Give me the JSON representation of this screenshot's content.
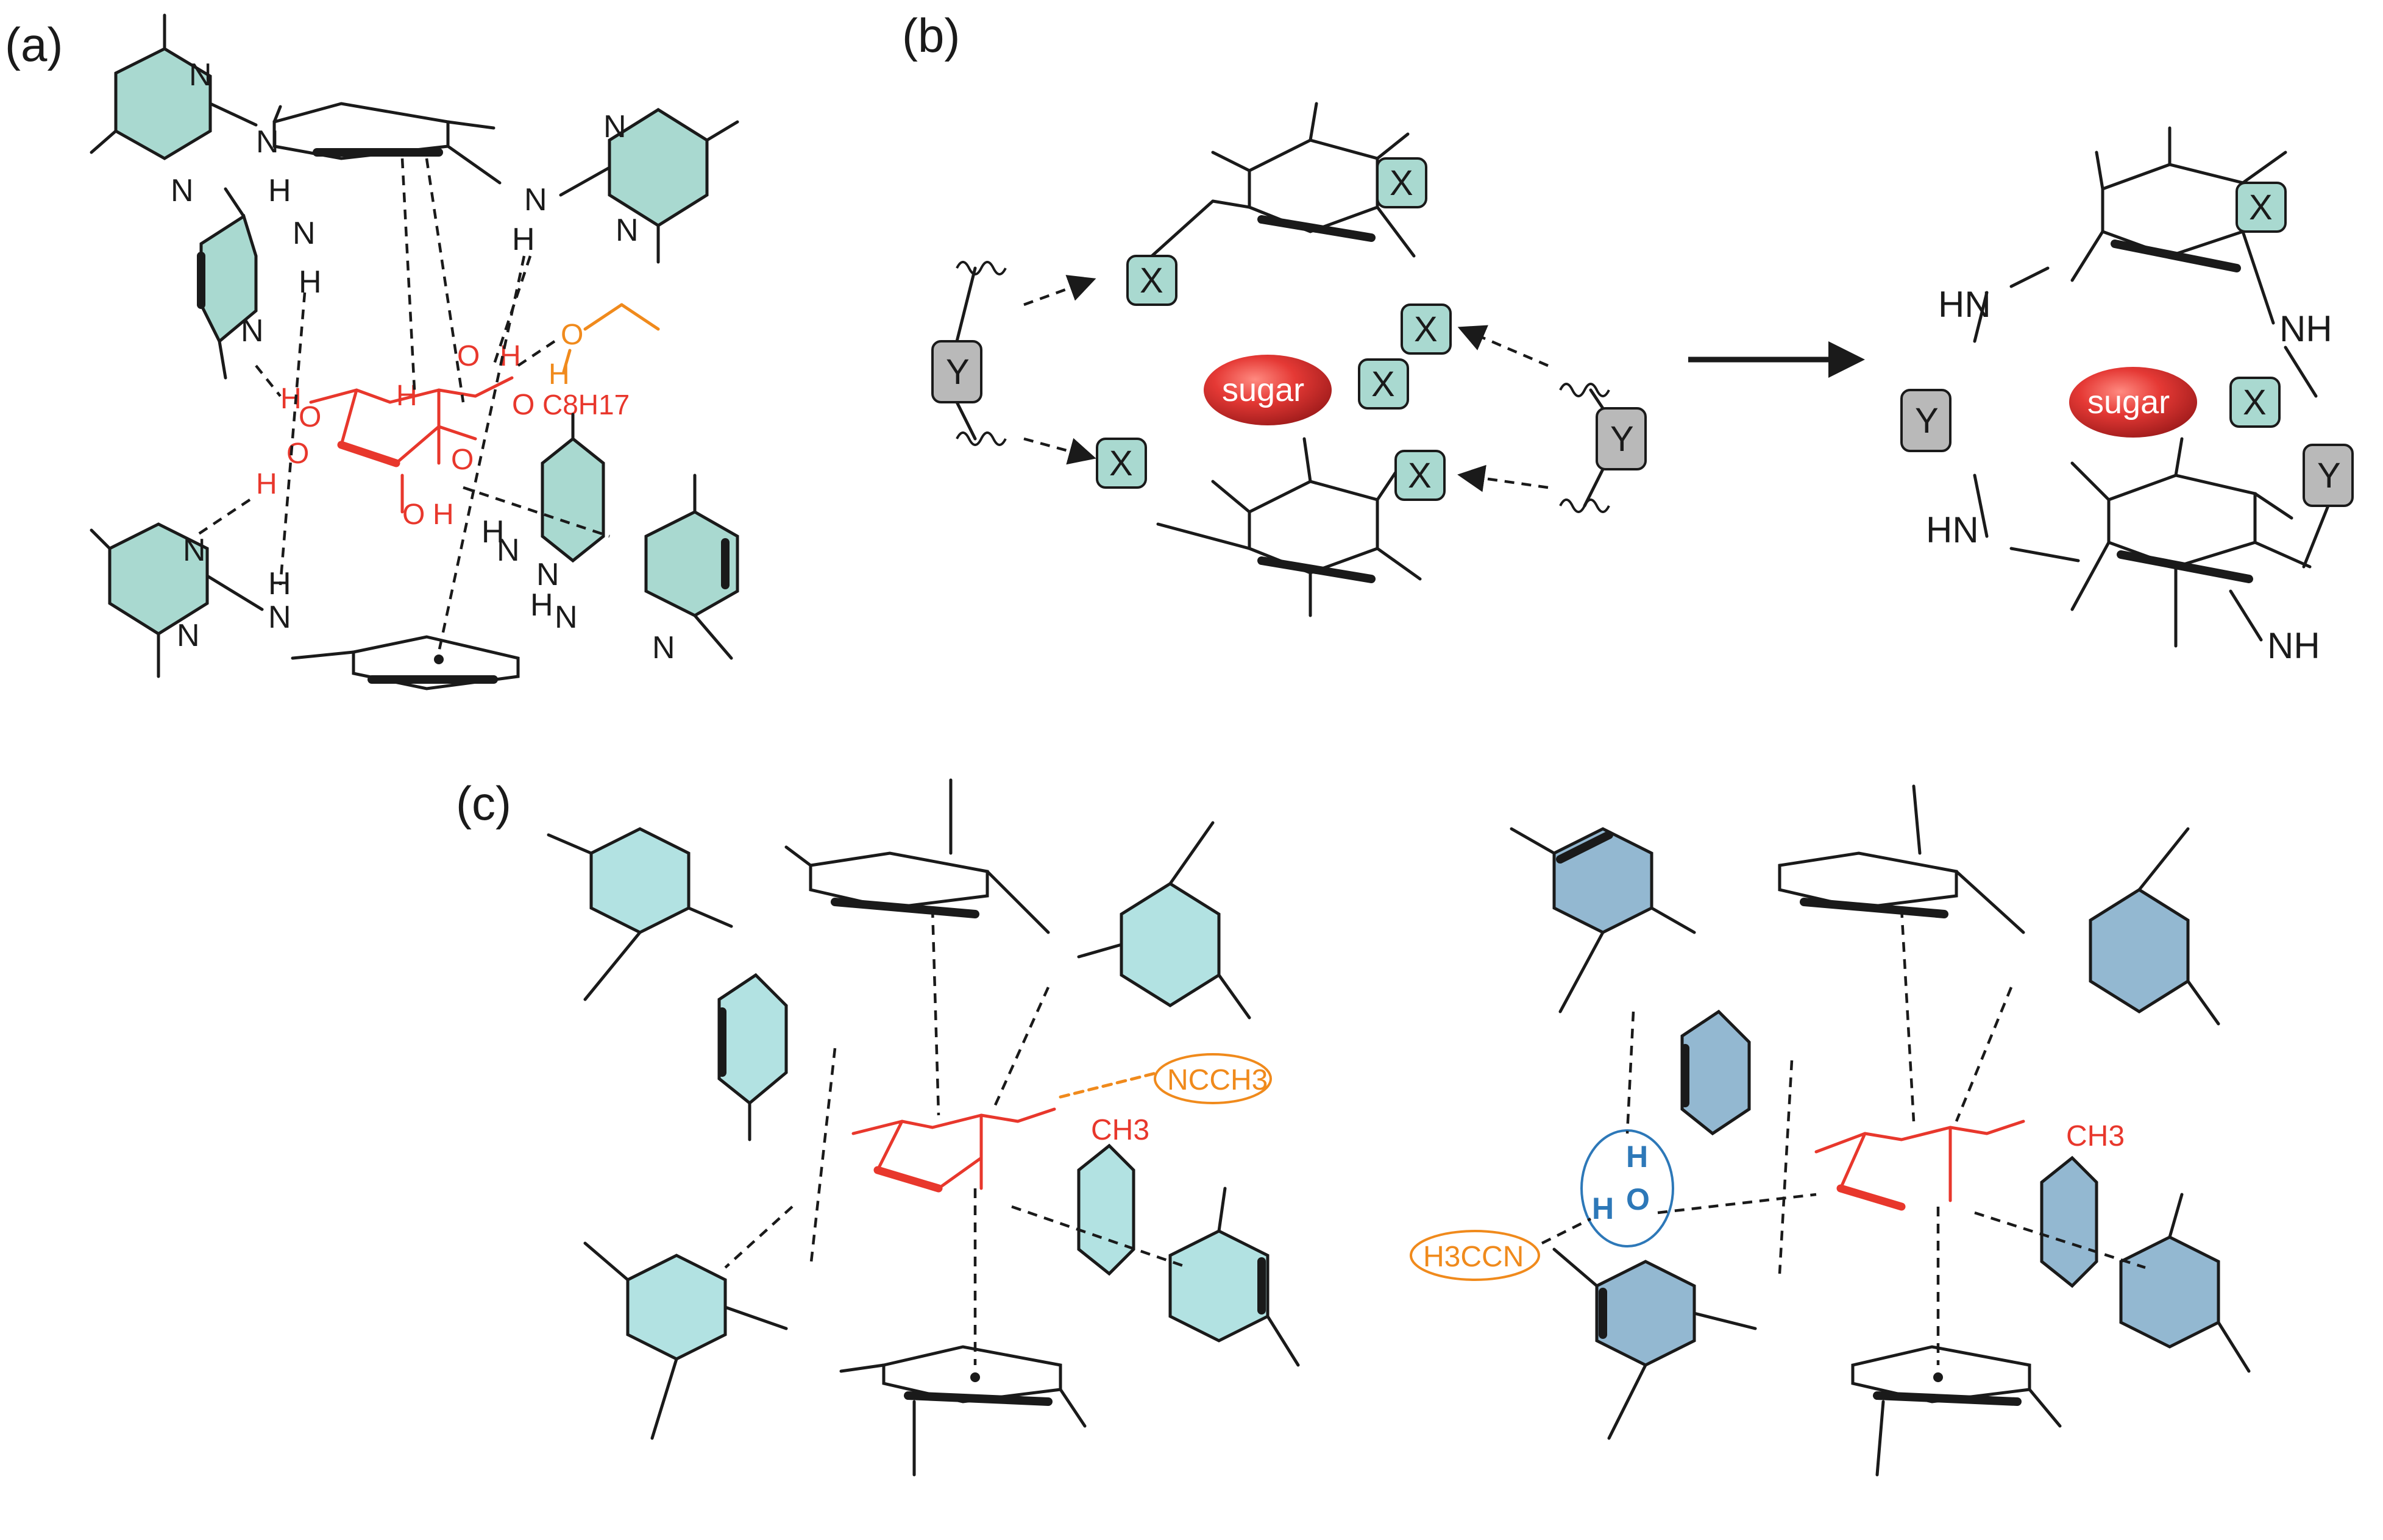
{
  "panels": {
    "a": {
      "label": "(a)"
    },
    "b": {
      "label": "(b)"
    },
    "c": {
      "label": "(c)"
    }
  },
  "colors": {
    "pyrimidine_fill": "#a9d9d0",
    "pyridine_fill": "#b2e2e2",
    "blue_pyridine_fill": "#93b8d1",
    "sugar_red": "#e8372c",
    "solvent_orange": "#f08a1c",
    "water_blue": "#2d78b8",
    "y_box_gray": "#b9b9b9"
  },
  "panel_a": {
    "amine_labels": [
      "N",
      "H",
      "N",
      "H",
      "N",
      "H",
      "H",
      "N",
      "N",
      "H",
      "N",
      "H",
      "N"
    ],
    "ring_n_labels": [
      "N",
      "N",
      "N",
      "N",
      "N",
      "N",
      "N",
      "N"
    ],
    "sugar_atoms": [
      "H",
      "O",
      "O",
      "H",
      "H",
      "O",
      "H",
      "O",
      "O",
      "O",
      "H"
    ],
    "sugar_substituent": "C8H17",
    "ethanol_atoms": [
      "O",
      "H"
    ]
  },
  "panel_b": {
    "x_label": "X",
    "y_label": "Y",
    "sugar_label": "sugar",
    "product_nh_labels": [
      "HN",
      "NH",
      "HN",
      "NH"
    ]
  },
  "panel_c_left": {
    "solvent_label": "NCCH3",
    "sugar_substituent": "CH3"
  },
  "panel_c_right": {
    "solvent_label": "H3CCN",
    "water_atoms": [
      "H",
      "O",
      "H"
    ],
    "sugar_substituent": "CH3"
  },
  "icons": [
    "reaction-arrow-icon",
    "hydrogen-bond-dashes",
    "wavy-bond-icon"
  ]
}
